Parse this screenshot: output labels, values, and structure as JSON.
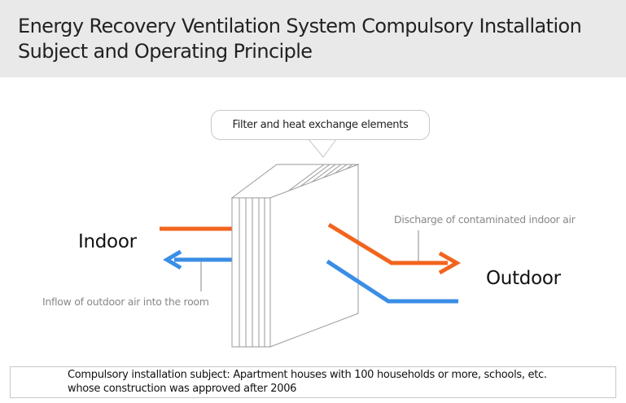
{
  "header": {
    "title": "Energy Recovery Ventilation System Compulsory Installation Subject and Operating Principle"
  },
  "diagram": {
    "callout_label": "Filter and heat exchange elements",
    "indoor_label": "Indoor",
    "outdoor_label": "Outdoor",
    "discharge_label": "Discharge of contaminated indoor air",
    "inflow_label": "Inflow of outdoor air into the room",
    "colors": {
      "exhaust": "#f2641e",
      "supply": "#3a8ee6",
      "element_stroke": "#9a9a9a",
      "header_bg": "#e9e9e9"
    }
  },
  "footer": {
    "line1": "Compulsory installation subject: Apartment houses with 100 households or more, schools, etc.",
    "line2": "whose construction was approved after 2006"
  }
}
